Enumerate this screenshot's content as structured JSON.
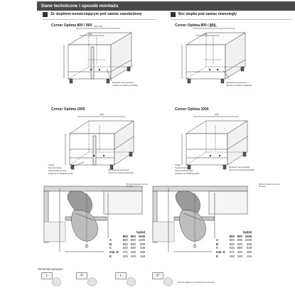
{
  "header": {
    "title": "Dane techniczne i sposób montażu"
  },
  "columns": {
    "left_heading": "Ze słupkiem wzmacniającym pod zawias standardowy",
    "right_heading": "Bez słupka pod zawias równoległy"
  },
  "panels": {
    "top_left_title": "Corner Optima 800 / 900",
    "top_right_title": "Corner Optima 800 / 900",
    "mid_left_title": "Corner Optima 1000",
    "mid_right_title": "Corner Optima 1000"
  },
  "dims": {
    "d800": "800 / 900",
    "d1000": "1000",
    "d500": "500"
  },
  "notes": {
    "tl": [
      "Wysokość zamontowania",
      "zależna od modelu prowadnika"
    ],
    "tr": [
      "Wysokość zamontowania",
      "zależna od modelu prowadnika"
    ],
    "ml": [
      "Uwaga:",
      "Narożnik Corner",
      "Optima 1000 wymaga",
      "podparcia na środkowej półce"
    ],
    "mr": [
      "Uwaga:",
      "Narożnik Corner",
      "Optima 1000 wymaga",
      "podparcia na środkowej półce"
    ],
    "mr_right": [
      "Wysokość zamontowania",
      "zależna od modelu prowadnika"
    ]
  },
  "captions": {
    "left_plan": [
      "Montaż słupka do frontu",
      "korpusu"
    ],
    "right_plan": [
      "Montaż słupka do frontu",
      "korpusu"
    ]
  },
  "tables": {
    "left": {
      "unit": "typ(w)",
      "cols": [
        "800",
        "900",
        "1000"
      ],
      "rows": [
        {
          "label": "A",
          "values": [
            "800",
            "900",
            "1000"
          ]
        },
        {
          "label": "B",
          "values": [
            "600",
            "600",
            "600"
          ]
        },
        {
          "label": "C",
          "values": [
            "520",
            "530",
            "545"
          ]
        },
        {
          "label": "min. D",
          "values": [
            "471",
            "445",
            "360"
          ]
        },
        {
          "label": "E",
          "values": [
            "100",
            "100",
            "154"
          ]
        }
      ]
    },
    "right": {
      "unit": "typ(w)",
      "cols": [
        "800",
        "900",
        "1000"
      ],
      "rows": [
        {
          "label": "A",
          "values": [
            "800",
            "900",
            "1000"
          ]
        },
        {
          "label": "B",
          "values": [
            "600",
            "600",
            "600"
          ]
        },
        {
          "label": "C",
          "values": [
            "515",
            "580",
            "548"
          ]
        },
        {
          "label": "min. D",
          "values": [
            "471",
            "445",
            "360"
          ]
        },
        {
          "label": "E",
          "values": [
            "100",
            "100",
            "154"
          ]
        }
      ]
    }
  },
  "footer": {
    "label": "Schemat wysuwu:",
    "letters": [
      "L",
      "P",
      "L",
      "P"
    ],
    "note": "Montaż słupka do frontu/korpusu przednia"
  }
}
